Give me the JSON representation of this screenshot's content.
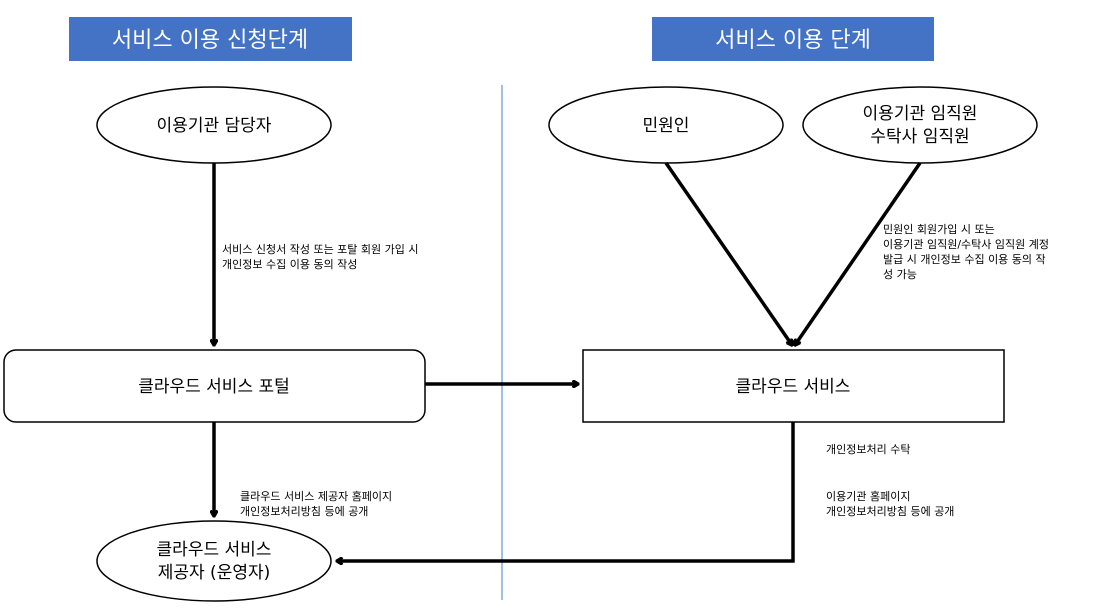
{
  "colors": {
    "header_fill": "#4472c4",
    "divider": "#5b9bd5",
    "stroke": "#000000"
  },
  "headers": {
    "left": "서비스 이용 신청단계",
    "right": "서비스 이용 단계"
  },
  "nodes": {
    "institution_staff": "이용기관 담당자",
    "complainant": "민원인",
    "employees_line1": "이용기관 임직원",
    "employees_line2": "수탁사 임직원",
    "portal": "클라우드 서비스 포털",
    "service": "클라우드 서비스",
    "provider_line1": "클라우드 서비스",
    "provider_line2": "제공자 (운영자)"
  },
  "notes": {
    "apply": [
      "서비스 신청서 작성 또는 포탈 회원 가입 시",
      "개인정보 수집 이용 동의 작성"
    ],
    "signup": [
      "민원인 회원가입 시 또는",
      "이용기관 임직원/수탁사 임직원 계정",
      "발급 시 개인정보 수집 이용 동의 작",
      "성 가능"
    ],
    "provider_publish": [
      "클라우드 서비스 제공자 홈페이지",
      "개인정보처리방침 등에 공개"
    ],
    "outsourcing": [
      "개인정보처리 수탁"
    ],
    "institution_publish": [
      "이용기관 홈페이지",
      "개인정보처리방침 등에 공개"
    ]
  }
}
